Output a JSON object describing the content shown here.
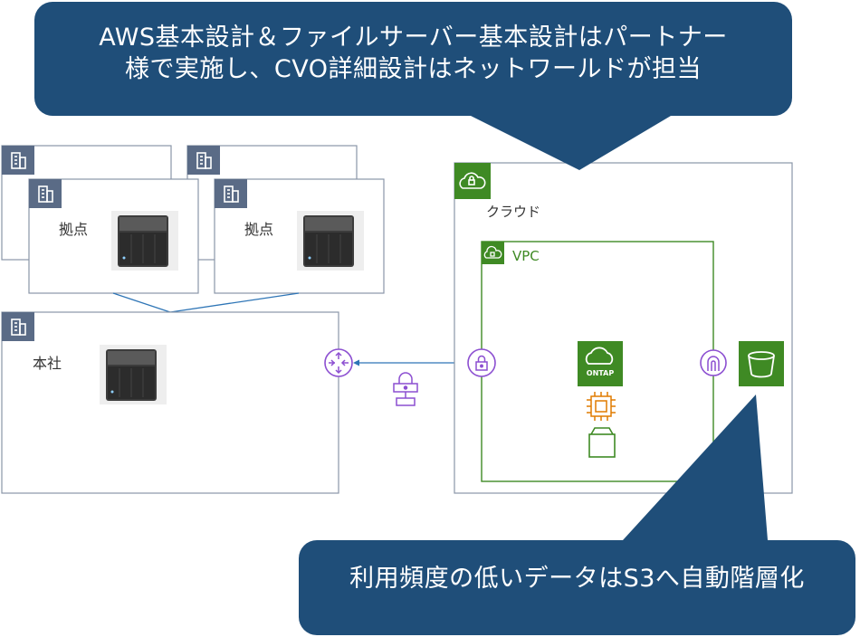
{
  "callouts": {
    "top": {
      "line1": "AWS基本設計＆ファイルサーバー基本設計はパートナー",
      "line2": "様で実施し、CVO詳細設計はネットワールドが担当"
    },
    "bottom": {
      "text": "利用頻度の低いデータはS3へ自動階層化"
    }
  },
  "sites": {
    "branch_label": "拠点",
    "hq_label": "本社"
  },
  "cloud": {
    "label": "クラウド",
    "vpc_label": "VPC",
    "ontap_label": "ONTAP"
  },
  "colors": {
    "callout": "#1f4e79",
    "building_badge": "#5a6b86",
    "site_border": "#8a96a8",
    "cloud_border": "#8a96a8",
    "cloud_badge": "#3f8a24",
    "vpc_border": "#3f8a24",
    "network_purple": "#8c4fd1",
    "link_blue": "#2e75b6",
    "ec2_orange": "#e07b00",
    "s3_green": "#3f8a24"
  }
}
